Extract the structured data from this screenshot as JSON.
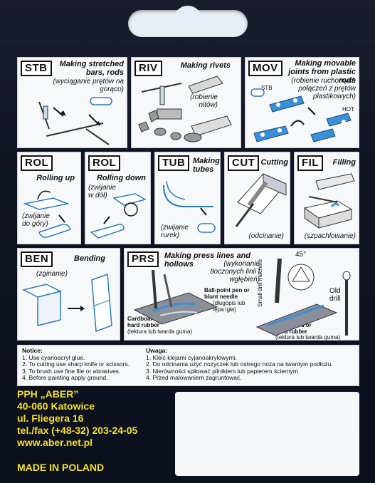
{
  "panels": {
    "stb": {
      "code": "STB",
      "title": "Making stretched bars, rods",
      "polish": "(wyciąganie prętów na gorąco)"
    },
    "riv": {
      "code": "RIV",
      "title": "Making rivets",
      "polish": "(robienie nitów)"
    },
    "mov": {
      "code": "MOV",
      "title": "Making movable joints from plastic rods",
      "polish": "(robienie ruchomych połączeń z prętów plastikowych)",
      "label_stb": "STB",
      "label_hot": "HOT"
    },
    "rol_up": {
      "code": "ROL",
      "title": "Rolling up",
      "polish": "(zwijanie do góry)"
    },
    "rol_down": {
      "code": "ROL",
      "title": "Rolling down",
      "polish": "(zwijanie w dół)"
    },
    "tub": {
      "code": "TUB",
      "title": "Making tubes",
      "polish": "(zwijanie rurek)"
    },
    "cut": {
      "code": "CUT",
      "title": "Cutting",
      "polish": "(odcinanie)"
    },
    "fil": {
      "code": "FIL",
      "title": "Filling",
      "polish": "(szpachlowanie)"
    },
    "ben": {
      "code": "BEN",
      "title": "Bending",
      "polish": "(zginanie)"
    },
    "prs": {
      "code": "PRS",
      "title": "Making press lines and hollows",
      "polish": "(wykonanie tłoczonych linii i wgłębień)",
      "pen": "Ball-point pen or blunt needle",
      "pen_pl": "(długopis lub tępa igła)",
      "cardboard": "Cardboard or hard rubber",
      "cardboard_pl": "(tektura lub twarda guma)",
      "drill_machine": "Small drill machine",
      "angle": "45°",
      "old_drill": "Old drill",
      "cardboard2": "Cardboard or hard rubber",
      "cardboard2_pl": "(tektura lub twarda guma)"
    }
  },
  "notice": {
    "en_title": "Notice:",
    "en": [
      "1. Use cyanoacryl glue.",
      "2. To cutting use sharp knife or scissors.",
      "3. To brush use fine file or abrasives.",
      "4. Before painting apply ground."
    ],
    "pl_title": "Uwaga:",
    "pl": [
      "1. Kleić klejami cyjanoakrylowymi.",
      "2. Do odcinania użyć nożyczek lub ostrego noża  na twardym podłożu.",
      "3. Nierówności spiłować pilnikiem lub papierem ściernym.",
      "4. Przed malowaniem zagruntować."
    ]
  },
  "company": {
    "name": "PPH „ABER”",
    "city": "40-060 Katowice",
    "street": "ul. Fliegera 16",
    "phone": "tel./fax (+48-32) 203-24-05",
    "web": "www.aber.net.pl",
    "origin": "MADE IN POLAND"
  },
  "colors": {
    "accent_blue": "#3b8fd6",
    "text_yellow": "#f0e11a",
    "card_dark": "#101322"
  }
}
